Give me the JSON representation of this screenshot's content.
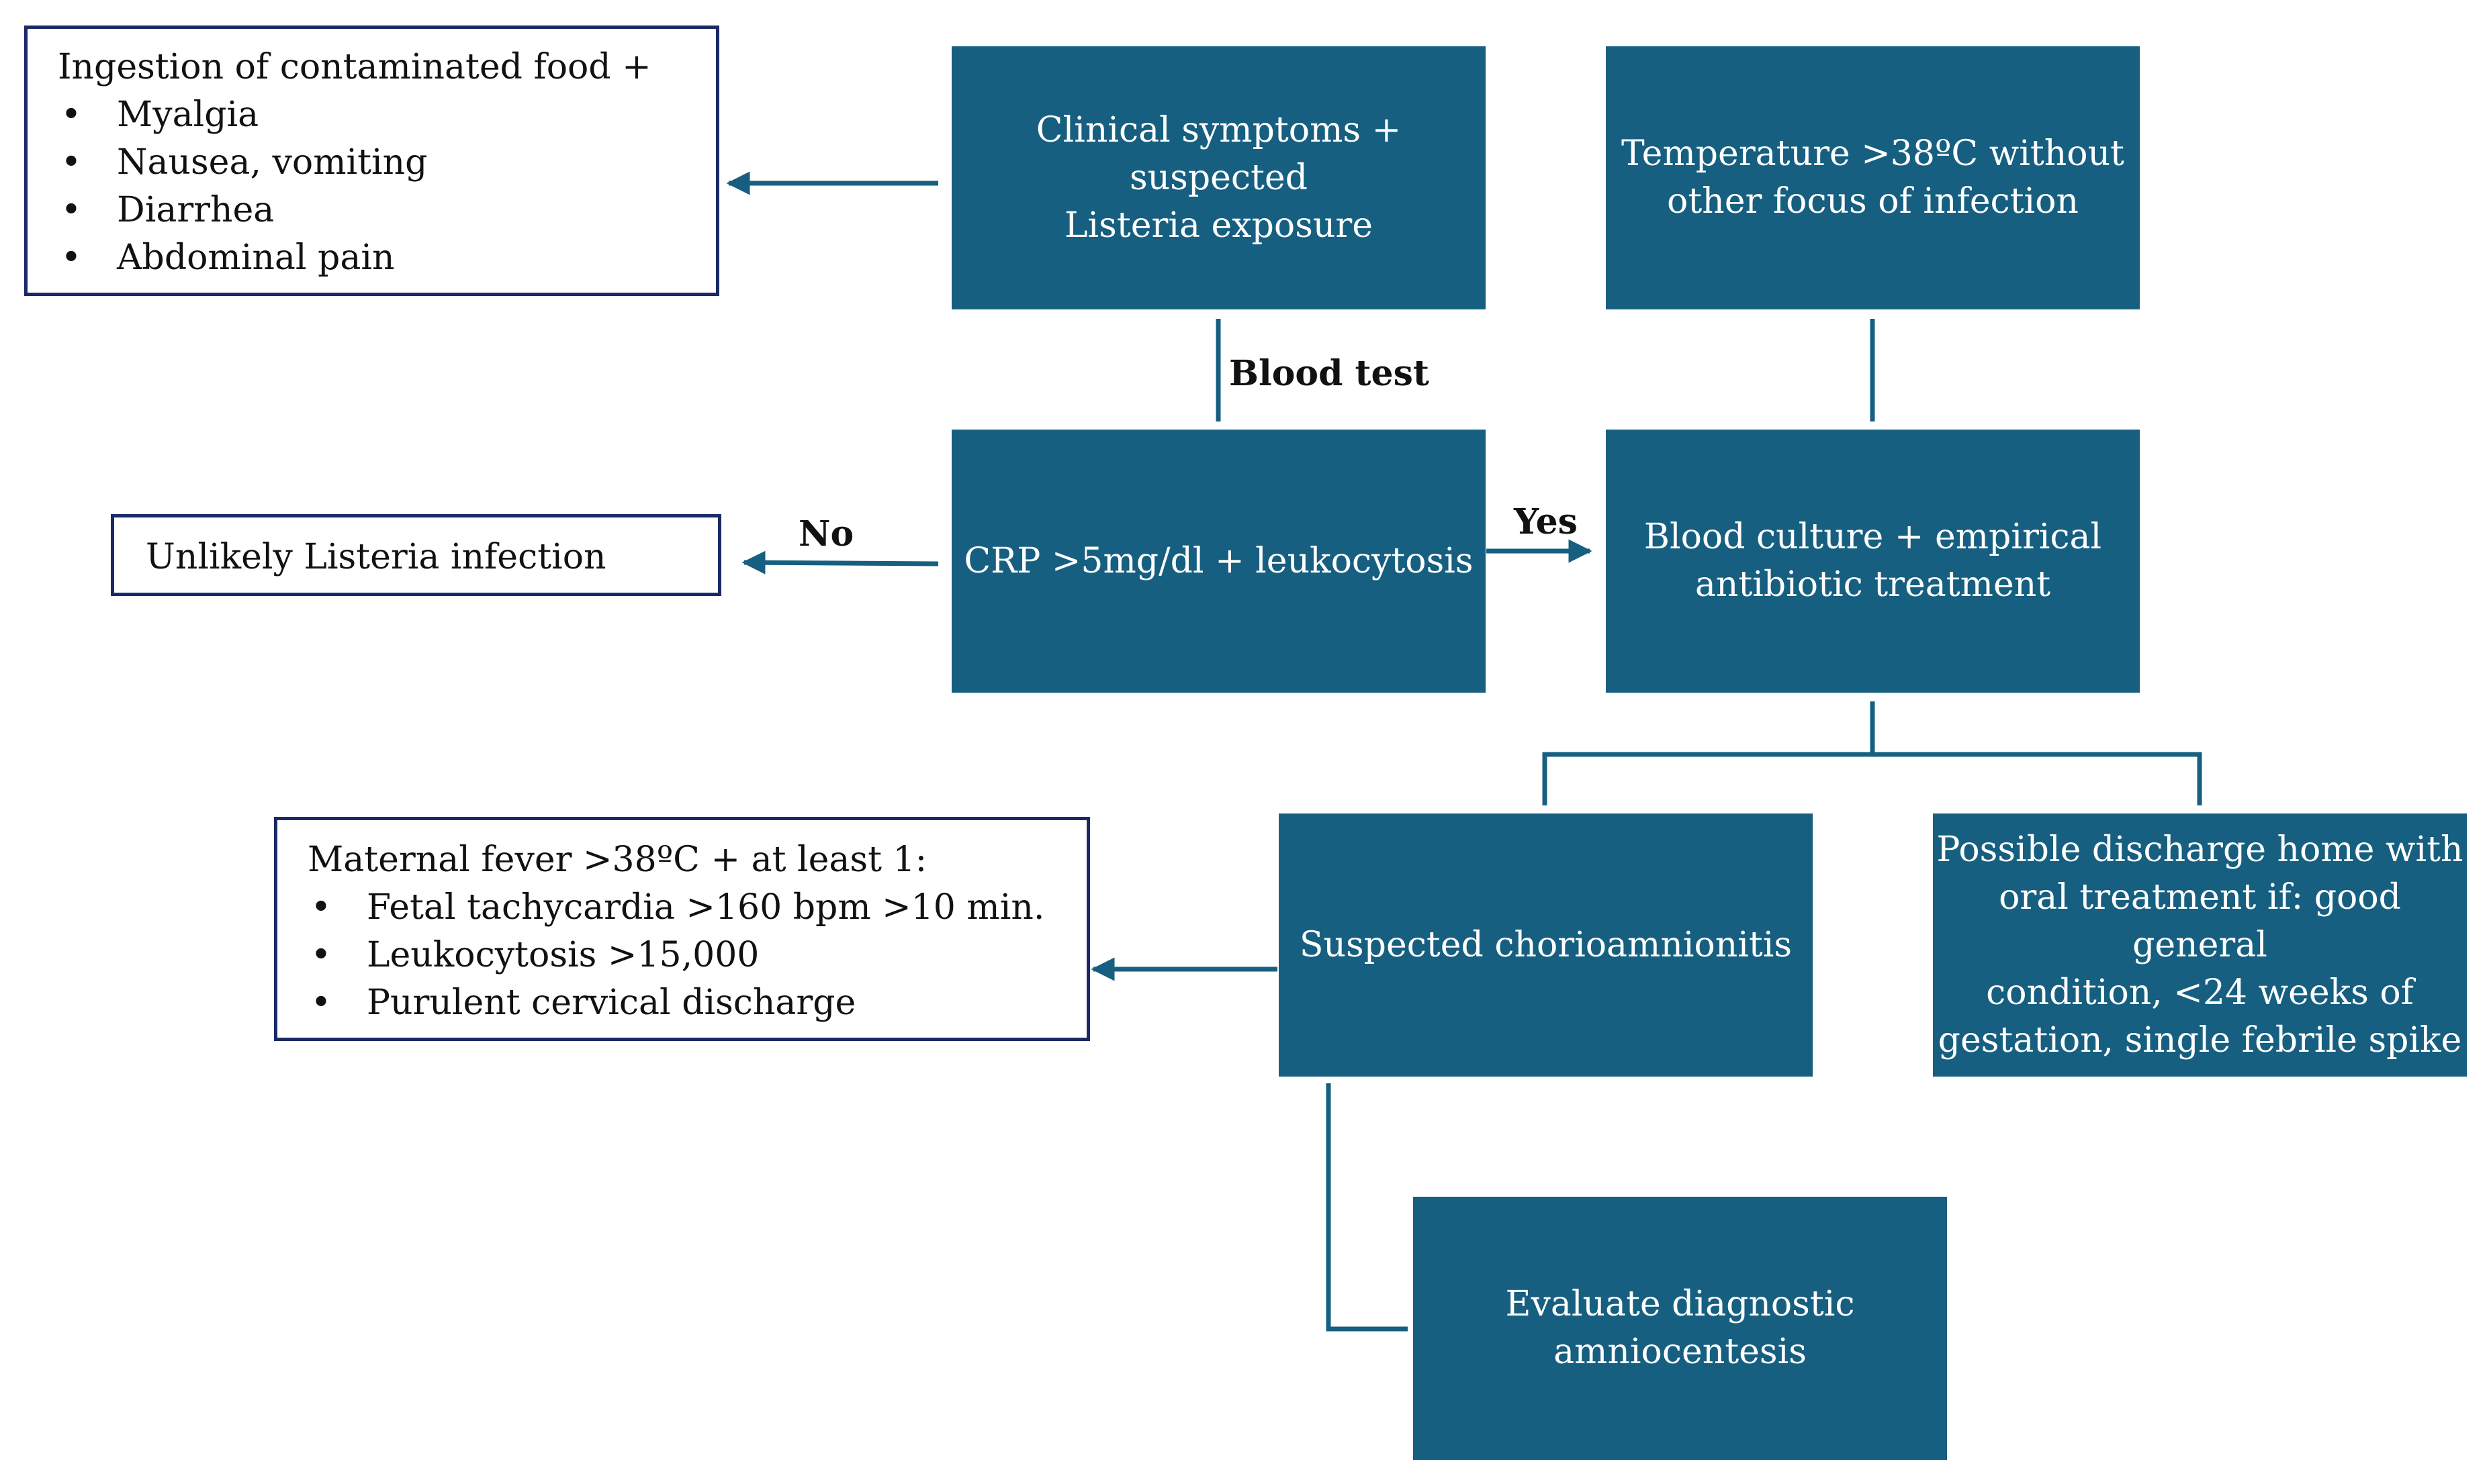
{
  "colors": {
    "node_fill": "#165f80",
    "node_text": "#ffffff",
    "connector": "#165f80",
    "info_border": "#1a2a66"
  },
  "nodes": {
    "clinical": [
      "Clinical symptoms + suspected",
      "Listeria exposure"
    ],
    "temperature": [
      "Temperature >38ºC without",
      "other focus of infection"
    ],
    "crp": [
      "CRP >5mg/dl + leukocytosis"
    ],
    "blood_culture": [
      "Blood culture + empirical",
      "antibiotic treatment"
    ],
    "chorio": [
      "Suspected chorioamnionitis"
    ],
    "discharge": [
      "Possible discharge home with",
      "oral treatment if: good general",
      "condition, <24 weeks of",
      "gestation, single febrile spike"
    ],
    "amnio": [
      "Evaluate diagnostic",
      "amniocentesis"
    ]
  },
  "info": {
    "ingestion": {
      "heading": "Ingestion of contaminated food +",
      "bullet": "•",
      "items": [
        "Myalgia",
        "Nausea, vomiting",
        "Diarrhea",
        "Abdominal pain"
      ]
    },
    "unlikely": "Unlikely Listeria infection",
    "maternal": {
      "heading": "Maternal fever >38ºC + at least 1:",
      "bullet": "•",
      "items": [
        "Fetal tachycardia >160 bpm >10 min.",
        "Leukocytosis >15,000",
        "Purulent cervical discharge"
      ]
    }
  },
  "edge_labels": {
    "blood_test": "Blood test",
    "no": "No",
    "yes": "Yes"
  }
}
